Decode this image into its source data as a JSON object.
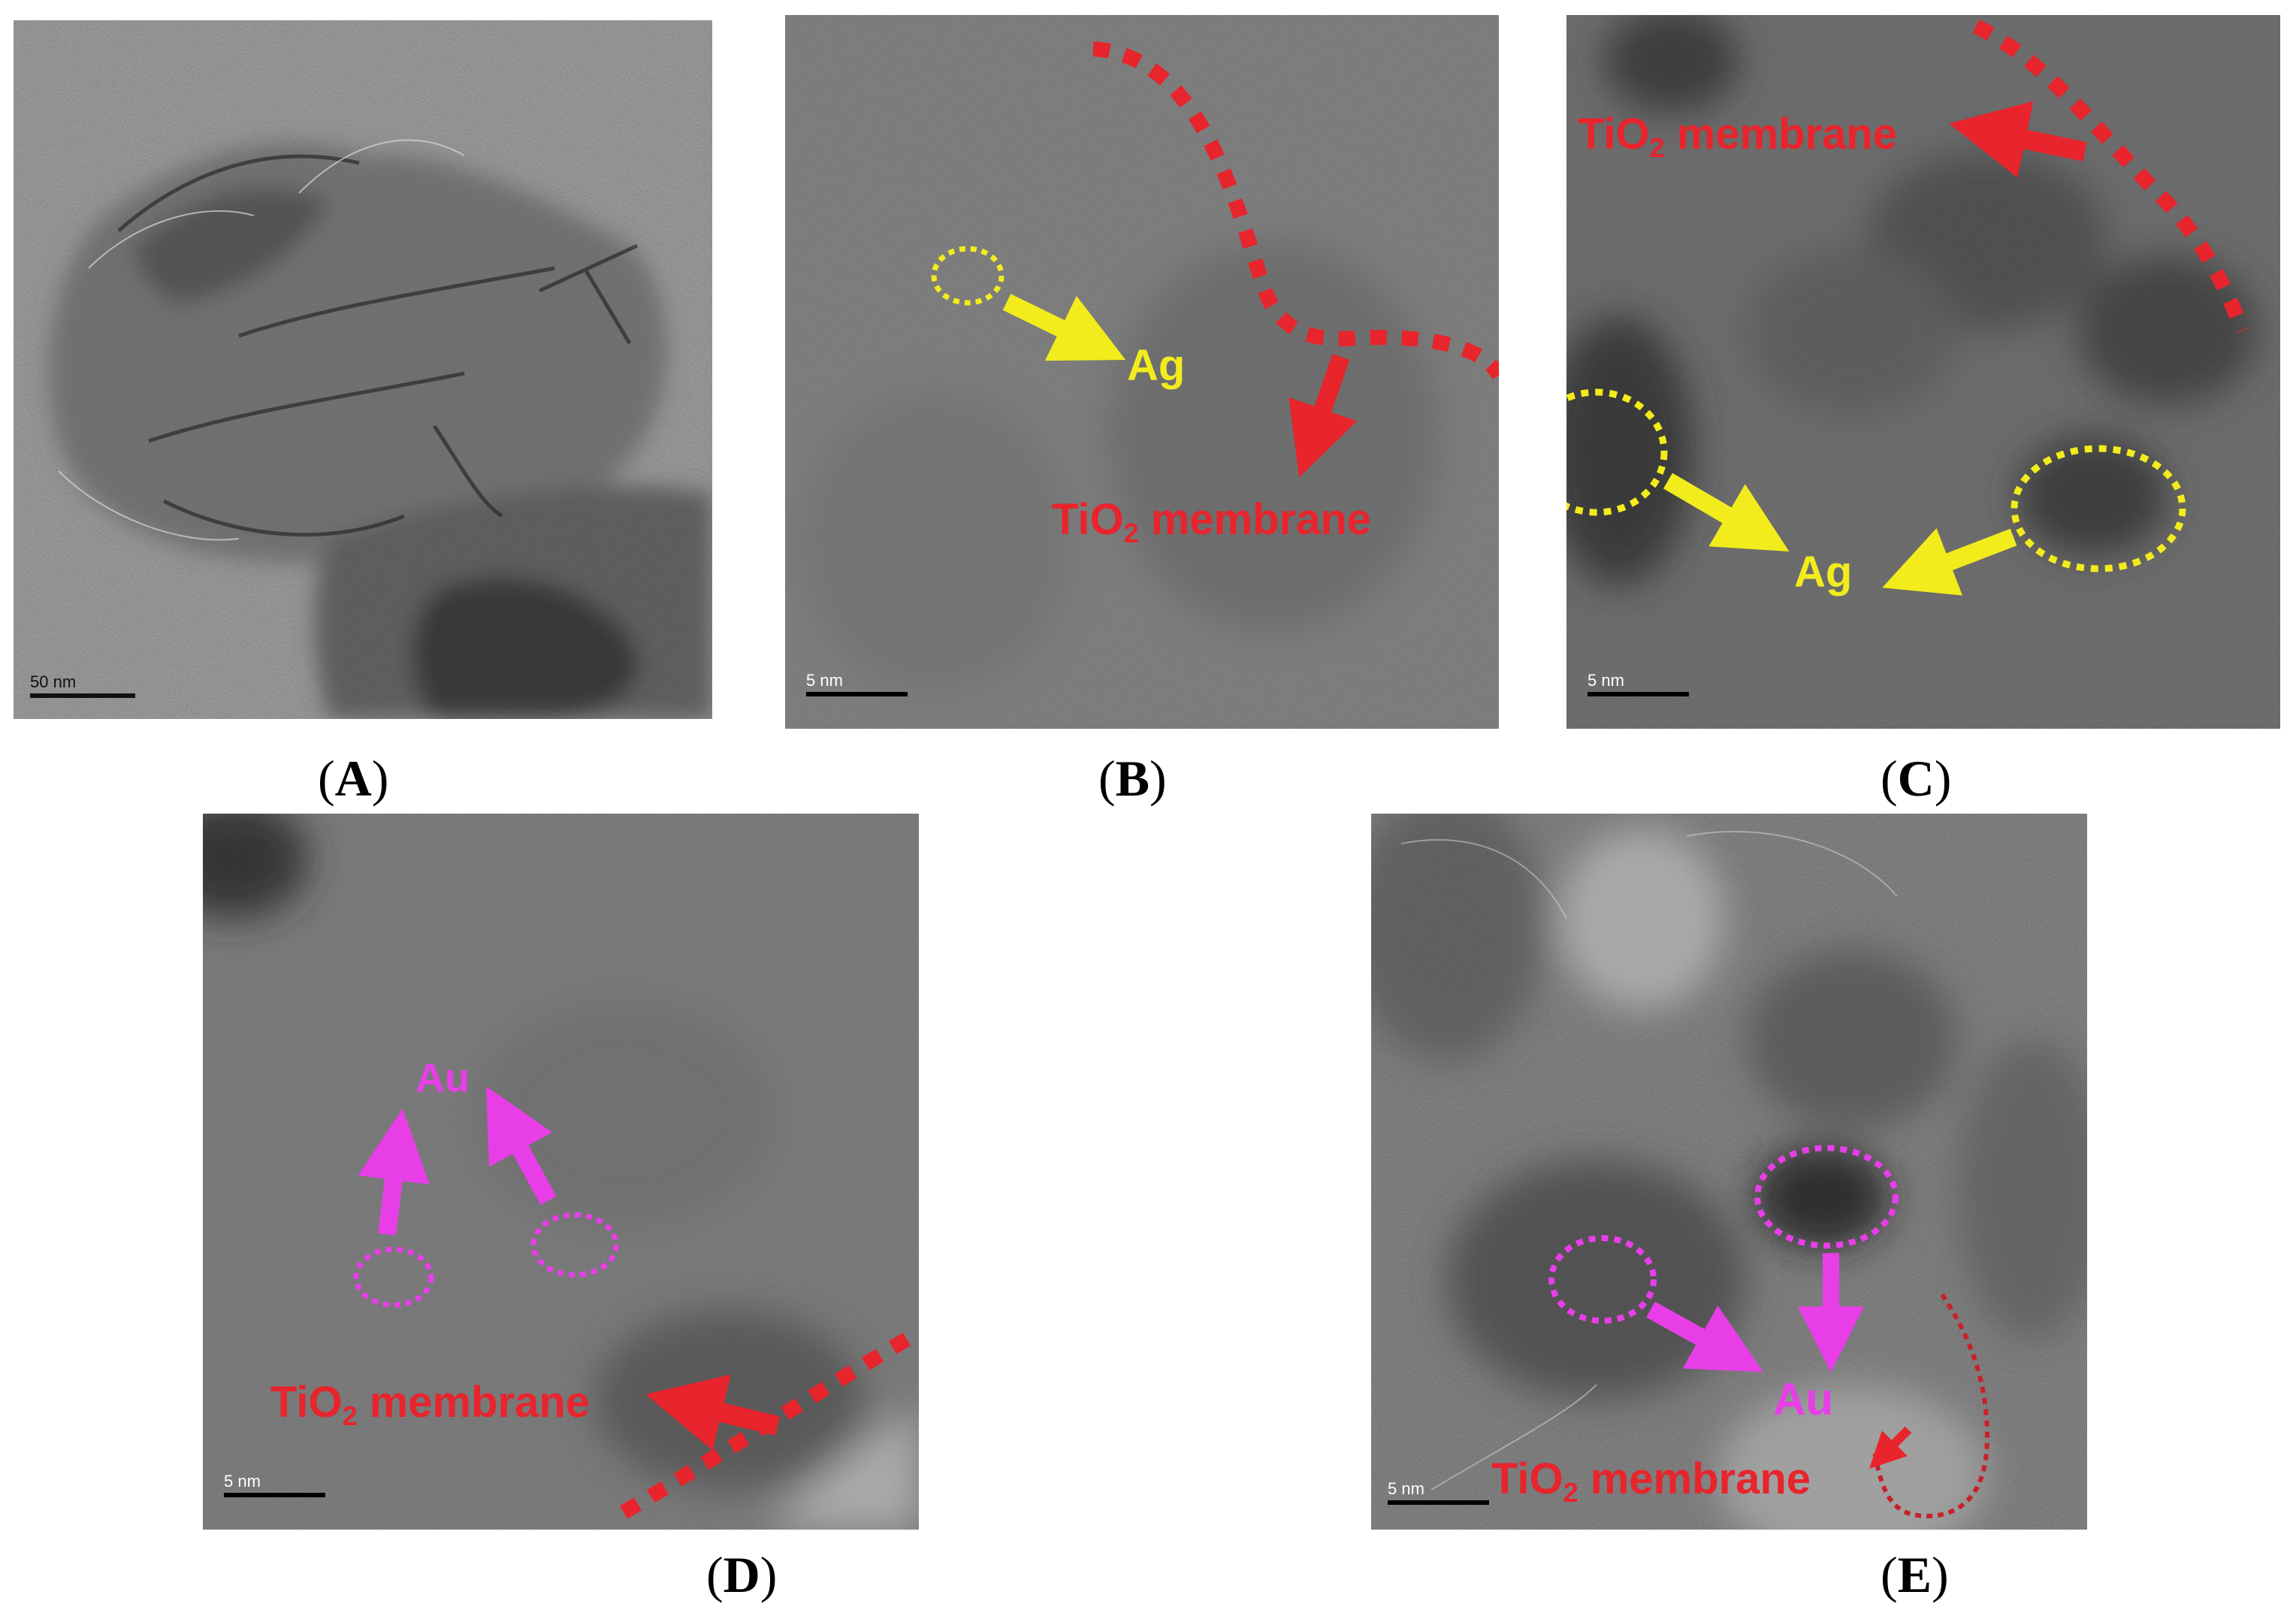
{
  "colors": {
    "membrane": "#e8242c",
    "silver": "#f2ec1c",
    "gold": "#e83ee8"
  },
  "panels": {
    "A": {
      "scale": "50 nm",
      "caption_letter": "A"
    },
    "B": {
      "scale": "5 nm",
      "caption_letter": "B",
      "ag_label": "Ag",
      "membrane_label": {
        "pre": "TiO",
        "sub": "2",
        "post": " membrane"
      }
    },
    "C": {
      "scale": "5 nm",
      "caption_letter": "C",
      "ag_label": "Ag",
      "membrane_label": {
        "pre": "TiO",
        "sub": "2",
        "post": " membrane"
      }
    },
    "D": {
      "scale": "5 nm",
      "caption_letter": "D",
      "au_label": "Au",
      "membrane_label": {
        "pre": "TiO",
        "sub": "2",
        "post": " membrane"
      }
    },
    "E": {
      "scale": "5 nm",
      "caption_letter": "E",
      "au_label": "Au",
      "membrane_label": {
        "pre": "TiO",
        "sub": "2",
        "post": " membrane"
      }
    }
  },
  "caption_paren_open": "(",
  "caption_paren_close": ")"
}
